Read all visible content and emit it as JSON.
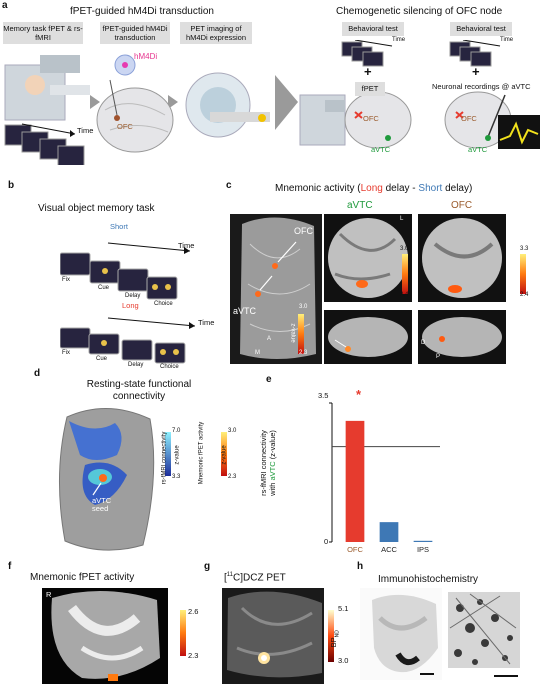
{
  "panel_a": {
    "letter": "a",
    "title_left": "fPET-guided hM4Di transduction",
    "title_right": "Chemogenetic silencing of OFC node",
    "box1": "Memory task fPET & rs-fMRI",
    "box2": "fPET-guided hM4Di transduction",
    "box3": "PET imaging of hM4Di expression",
    "box4": "Behavioral test",
    "box5": "Behavioral test",
    "hm4di": "hM4Di",
    "time1": "Time",
    "time2": "Time",
    "time3": "Time",
    "plus1": "+",
    "plus2": "+",
    "fpet": "fPET",
    "neuronal": "Neuronal recordings @ aVTC",
    "ofc1": "OFC",
    "ofc2": "OFC",
    "ofc3": "OFC",
    "avtc1": "aVTC",
    "avtc2": "aVTC"
  },
  "panel_b": {
    "letter": "b",
    "title": "Visual object memory task",
    "short": "Short",
    "long": "Long",
    "time": "Time",
    "fix": "Fix",
    "cue": "Cue",
    "delay": "Delay",
    "choice": "Choice"
  },
  "panel_c": {
    "letter": "c",
    "title_pre": "Mnemonic activity (",
    "title_long": "Long",
    "title_mid": " delay - ",
    "title_short": "Short",
    "title_post": " delay)",
    "col_avtc": "aVTC",
    "col_ofc": "OFC",
    "label_ofc": "OFC",
    "label_avtc": "aVTC",
    "zvalue": "z-value",
    "scale1_max": "3.0",
    "scale1_min": "2.3",
    "scale2_max": "3.0",
    "scale2_min": "2.4",
    "scale3_max": "3.3",
    "scale3_min": "2.4",
    "orient_L": "L",
    "orient_A": "A",
    "orient_M": "M",
    "orient_D": "D",
    "orient_P": "P"
  },
  "panel_d": {
    "letter": "d",
    "title": "Resting-state functional connectivity",
    "seed": "aVTC seed",
    "rs_label": "rs-fMRI connectivity",
    "rs_unit": "z-value",
    "rs_max": "7.0",
    "rs_min": "3.3",
    "mn_label": "Mnemonic fPET activity",
    "mn_unit": "z-value",
    "mn_max": "3.0",
    "mn_min": "2.3"
  },
  "panel_e": {
    "letter": "e",
    "ylabel_pre": "rs-fMRI connectivity",
    "ylabel_with": "with ",
    "ylabel_avtc": "aVTC",
    "ylabel_unit": " (z-value)",
    "star": "*",
    "tick_top": "3.5",
    "tick_bottom": "0"
  },
  "chart_data": {
    "type": "bar",
    "categories": [
      "OFC",
      "ACC",
      "IPS"
    ],
    "values": [
      3.05,
      0.5,
      0.03
    ],
    "colors": [
      "#e63b2e",
      "#3e78b5",
      "#3e78b5"
    ],
    "category_colors": [
      "#9a5a2b",
      "#222222",
      "#222222"
    ],
    "ylim": [
      0,
      3.5
    ],
    "reference_line": 2.4,
    "significance": [
      "*",
      "",
      ""
    ],
    "grid": false
  },
  "panel_f": {
    "letter": "f",
    "title": "Mnemonic fPET activity",
    "orient": "R",
    "max": "2.6",
    "min": "2.3"
  },
  "panel_g": {
    "letter": "g",
    "title_pre": "[",
    "title_sup": "11",
    "title_post": "C]DCZ PET",
    "max": "5.1",
    "min": "3.0",
    "unit": "BP",
    "unit_sub": "ND"
  },
  "panel_h": {
    "letter": "h",
    "title": "Immunohistochemistry"
  },
  "colors": {
    "long": "#e63b2e",
    "short": "#3e78b5",
    "avtc_green": "#1f9a3c",
    "ofc_brown": "#9a5a2b"
  }
}
